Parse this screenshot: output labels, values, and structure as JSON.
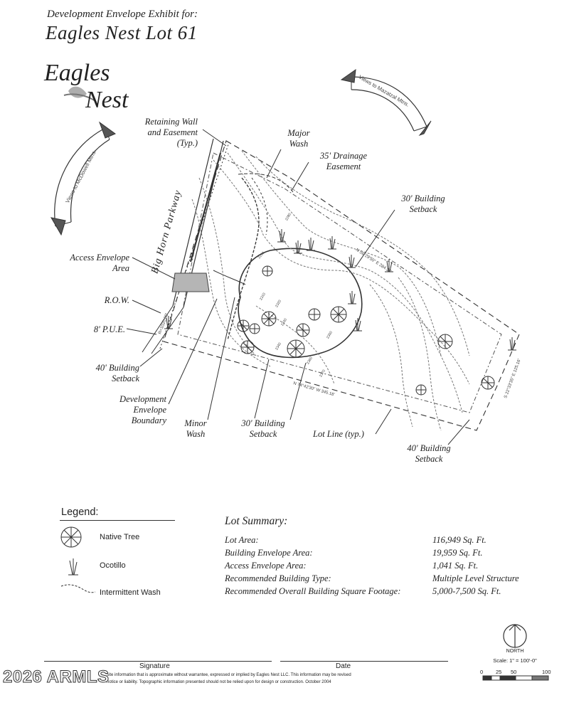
{
  "header": {
    "subtitle": "Development Envelope Exhibit for:",
    "title": "Eagles Nest Lot 61"
  },
  "logo": {
    "line1": "Eagles",
    "line2": "Nest"
  },
  "labels": {
    "retaining_wall": "Retaining Wall\nand Easement\n(Typ.)",
    "major_wash": "Major\nWash",
    "drainage_easement": "35' Drainage\nEasement",
    "building_setback_30_top": "30' Building\nSetback",
    "big_horn_parkway": "Big Horn Parkway",
    "access_envelope": "Access Envelope\nArea",
    "row": "R.O.W.",
    "pue": "8' P.U.E.",
    "building_setback_40_left": "40' Building\nSetback",
    "development_envelope": "Development\nEnvelope\nBoundary",
    "minor_wash": "Minor\nWash",
    "building_setback_30_bottom": "30' Building\nSetback",
    "lot_line": "Lot Line (typ.)",
    "building_setback_40_right": "40' Building\nSetback",
    "views_mcdowell": "Views to McDowell Mtns.",
    "views_mazatzal": "Views to Mazatzal Mtns."
  },
  "contours": [
    "2280",
    "2290",
    "2310",
    "2320",
    "2330",
    "2340",
    "2350",
    "2360",
    "2370"
  ],
  "legend": {
    "title": "Legend:",
    "items": [
      {
        "icon": "native-tree",
        "label": "Native Tree"
      },
      {
        "icon": "ocotillo",
        "label": "Ocotillo"
      },
      {
        "icon": "intermittent-wash",
        "label": "Intermittent Wash"
      }
    ]
  },
  "summary": {
    "title": "Lot Summary:",
    "rows": [
      {
        "label": "Lot Area:",
        "value": "116,949 Sq. Ft."
      },
      {
        "label": "Building Envelope Area:",
        "value": "19,959 Sq. Ft."
      },
      {
        "label": "Access Envelope Area:",
        "value": "1,041 Sq. Ft."
      },
      {
        "label": "Recommended Building Type:",
        "value": "Multiple Level Structure"
      },
      {
        "label": "Recommended Overall Building Square Footage:",
        "value": "5,000-7,500 Sq. Ft."
      }
    ]
  },
  "signature": {
    "signature_label": "Signature",
    "date_label": "Date"
  },
  "scale": {
    "north": "NORTH",
    "scale_text": "Scale: 1\" = 100'-0\"",
    "ticks": [
      "0",
      "25",
      "50",
      "100"
    ]
  },
  "disclaimer": {
    "line1": "site information that is approximate without warrantee, expressed or implied by Eagles Nest LLC.  This information may be revised",
    "line2": "notice or liability.  Topographic information presented should not be relied upon for design or construction.  October 2004"
  },
  "watermark": "2026 ARMLS",
  "colors": {
    "ink": "#222222",
    "paper": "#ffffff",
    "shade": "#9a9a9a"
  }
}
